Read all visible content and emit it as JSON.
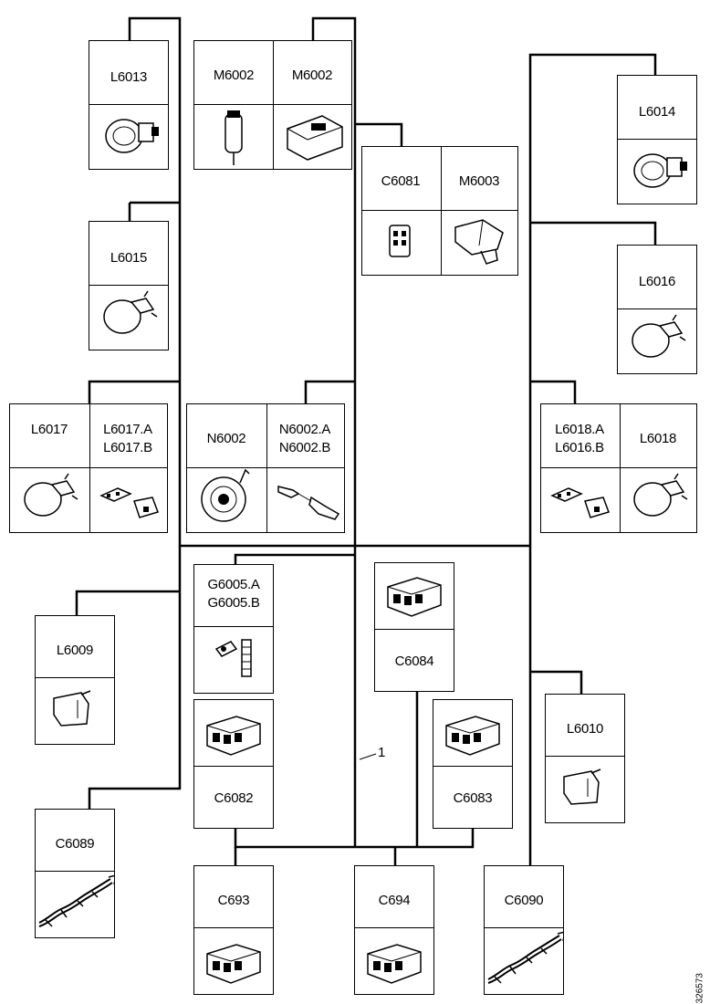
{
  "components": {
    "L6013": {
      "label": "L6013",
      "icon": "lamp-icon"
    },
    "M6002_a": {
      "label": "M6002",
      "icon": "motor-icon"
    },
    "M6002_b": {
      "label": "M6002",
      "icon": "connector-housing-icon"
    },
    "C6081": {
      "label": "C6081",
      "icon": "connector-icon"
    },
    "M6003": {
      "label": "M6003",
      "icon": "motor-icon"
    },
    "L6014": {
      "label": "L6014",
      "icon": "lamp-icon"
    },
    "L6015": {
      "label": "L6015",
      "icon": "lamp-icon"
    },
    "L6016": {
      "label": "L6016",
      "icon": "lamp-icon"
    },
    "L6017": {
      "label": "L6017",
      "icon": "lamp-icon"
    },
    "L6017AB": {
      "label": "L6017.A\nL6017.B",
      "icon": "plug-pair-icon"
    },
    "N6002": {
      "label": "N6002",
      "icon": "horn-icon"
    },
    "N6002AB": {
      "label": "N6002.A\nN6002.B",
      "icon": "terminal-icon"
    },
    "L6018AB": {
      "label": "L6018.A\nL6016.B",
      "icon": "plug-pair-icon"
    },
    "L6018": {
      "label": "L6018",
      "icon": "lamp-icon"
    },
    "G6005AB": {
      "label": "G6005.A\nG6005.B",
      "icon": "ground-terminal-icon"
    },
    "C6084": {
      "label": "C6084",
      "icon": "connector-icon"
    },
    "L6009": {
      "label": "L6009",
      "icon": "side-lamp-icon"
    },
    "C6082": {
      "label": "C6082",
      "icon": "connector-icon"
    },
    "C6083": {
      "label": "C6083",
      "icon": "connector-icon"
    },
    "L6010": {
      "label": "L6010",
      "icon": "side-lamp-icon"
    },
    "C6089": {
      "label": "C6089",
      "icon": "twisted-wire-icon"
    },
    "C693": {
      "label": "C693",
      "icon": "connector-icon"
    },
    "C694": {
      "label": "C694",
      "icon": "connector-icon"
    },
    "C6090": {
      "label": "C6090",
      "icon": "twisted-wire-icon"
    }
  },
  "callout": "1",
  "reference": "326573"
}
